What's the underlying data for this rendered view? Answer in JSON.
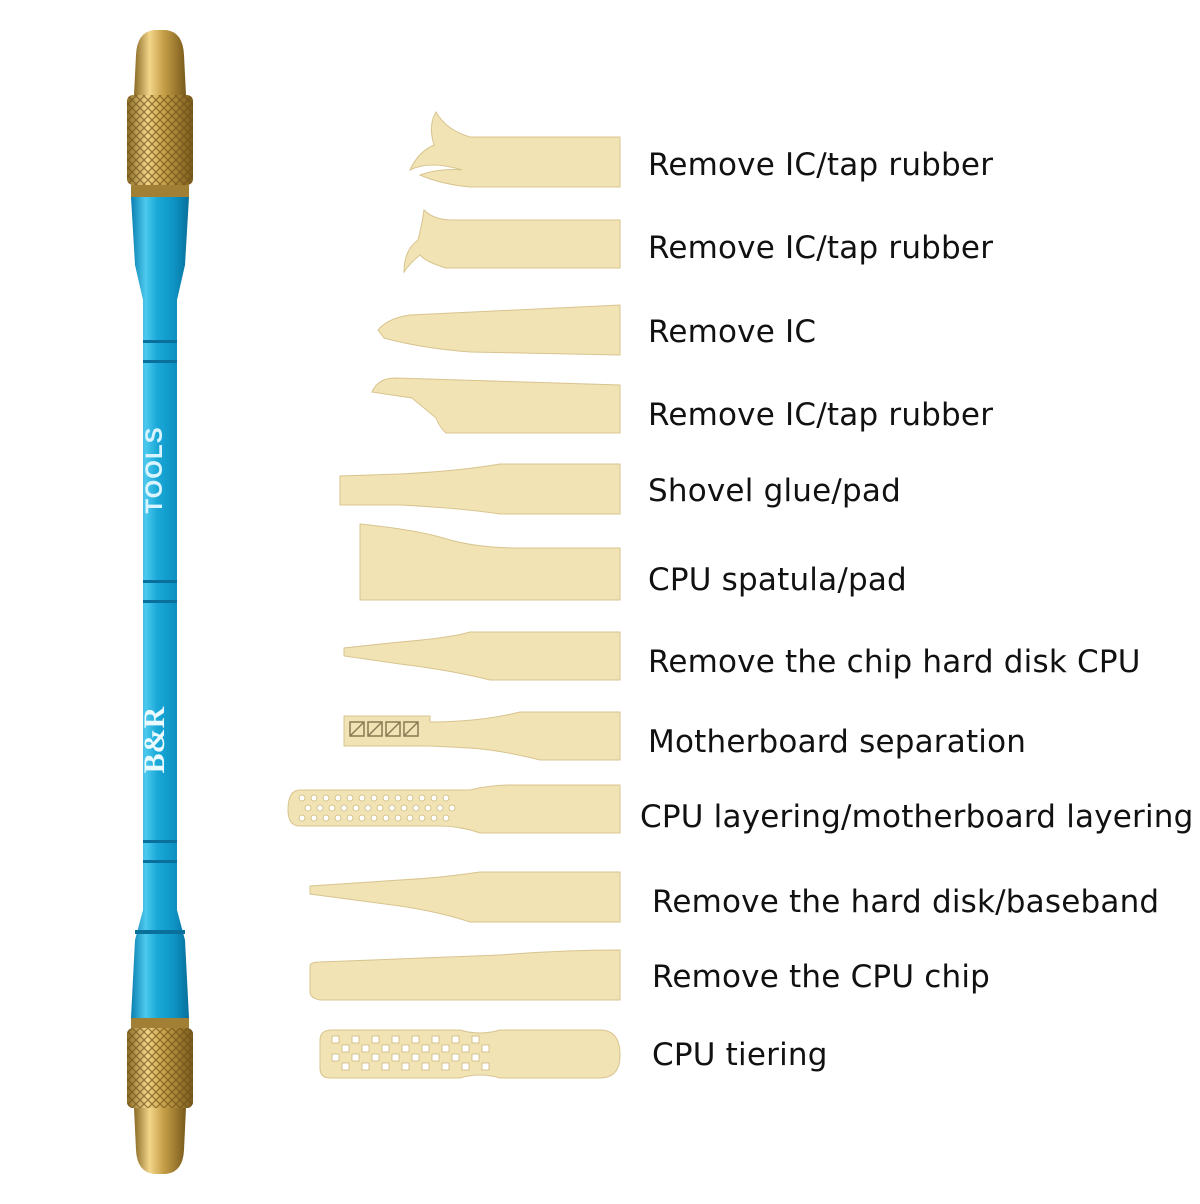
{
  "handle": {
    "brand_text": "B&R",
    "brand_small_text": "",
    "model_text": "TOOLS",
    "colors": {
      "body": "#1aa9d8",
      "body_dark": "#0a7fb0",
      "brass": "#c9a24a",
      "brass_dark": "#8a6a25"
    }
  },
  "blade_color": "#f1e3b3",
  "blades": [
    {
      "id": "blade-1",
      "label": "Remove IC/tap rubber"
    },
    {
      "id": "blade-2",
      "label": "Remove IC/tap rubber"
    },
    {
      "id": "blade-3",
      "label": "Remove IC"
    },
    {
      "id": "blade-4",
      "label": "Remove IC/tap rubber"
    },
    {
      "id": "blade-5",
      "label": "Shovel glue/pad"
    },
    {
      "id": "blade-6",
      "label": "CPU spatula/pad"
    },
    {
      "id": "blade-7",
      "label": "Remove the chip hard disk CPU"
    },
    {
      "id": "blade-8",
      "label": "Motherboard separation"
    },
    {
      "id": "blade-9",
      "label": "CPU layering/motherboard layering"
    },
    {
      "id": "blade-10",
      "label": "Remove the hard disk/baseband"
    },
    {
      "id": "blade-11",
      "label": "Remove the CPU chip"
    },
    {
      "id": "blade-12",
      "label": "CPU tiering"
    }
  ]
}
